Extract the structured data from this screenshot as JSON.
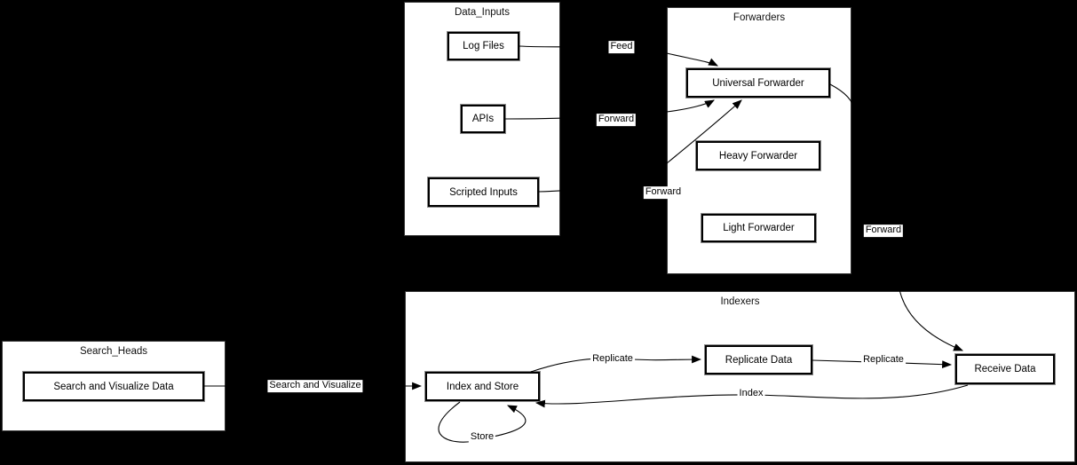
{
  "diagram": {
    "colors": {
      "background": "#000000",
      "cluster_fill": "#ffffff",
      "cluster_border": "#343434",
      "node_fill": "#ffffff",
      "node_border": "#000000",
      "edge": "#000000",
      "text": "#000000"
    },
    "clusters": {
      "data_inputs": {
        "title": "Data_Inputs"
      },
      "forwarders": {
        "title": "Forwarders"
      },
      "indexers": {
        "title": "Indexers"
      },
      "search_heads": {
        "title": "Search_Heads"
      }
    },
    "nodes": {
      "log_files": {
        "label": "Log Files",
        "cluster": "Data_Inputs"
      },
      "apis": {
        "label": "APIs",
        "cluster": "Data_Inputs"
      },
      "scripted_inputs": {
        "label": "Scripted Inputs",
        "cluster": "Data_Inputs"
      },
      "universal_forwarder": {
        "label": "Universal Forwarder",
        "cluster": "Forwarders"
      },
      "heavy_forwarder": {
        "label": "Heavy Forwarder",
        "cluster": "Forwarders"
      },
      "light_forwarder": {
        "label": "Light Forwarder",
        "cluster": "Forwarders"
      },
      "index_and_store": {
        "label": "Index and Store",
        "cluster": "Indexers"
      },
      "replicate_data": {
        "label": "Replicate Data",
        "cluster": "Indexers"
      },
      "receive_data": {
        "label": "Receive Data",
        "cluster": "Indexers"
      },
      "search_and_visualize_data": {
        "label": "Search and Visualize Data",
        "cluster": "Search_Heads"
      }
    },
    "edge_labels": {
      "feed": "Feed",
      "forward_apis": "Forward",
      "forward_scripted": "Forward",
      "forward_uf": "Forward",
      "search_and_visualize": "Search and Visualize",
      "replicate_1": "Replicate",
      "replicate_2": "Replicate",
      "index": "Index",
      "store": "Store"
    },
    "edges": [
      {
        "from": "Log Files",
        "to": "Universal Forwarder",
        "label": "Feed"
      },
      {
        "from": "APIs",
        "to": "Universal Forwarder",
        "label": "Forward"
      },
      {
        "from": "Scripted Inputs",
        "to": "Universal Forwarder",
        "label": "Forward"
      },
      {
        "from": "Universal Forwarder",
        "to": "Receive Data",
        "label": "Forward"
      },
      {
        "from": "Search and Visualize Data",
        "to": "Index and Store",
        "label": "Search and Visualize"
      },
      {
        "from": "Index and Store",
        "to": "Replicate Data",
        "label": "Replicate"
      },
      {
        "from": "Replicate Data",
        "to": "Receive Data",
        "label": "Replicate"
      },
      {
        "from": "Receive Data",
        "to": "Index and Store",
        "label": "Index"
      },
      {
        "from": "Index and Store",
        "to": "Index and Store",
        "label": "Store"
      }
    ]
  }
}
